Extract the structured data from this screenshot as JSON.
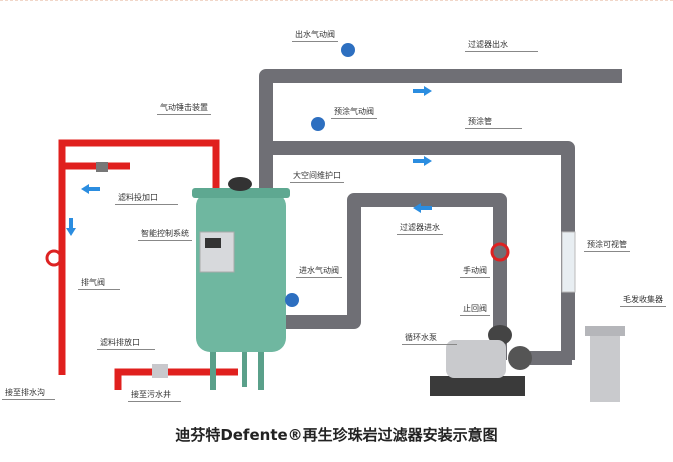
{
  "labels": {
    "outlet_valve": "出水气动阀",
    "filter_outlet": "过滤器出水",
    "hammer_device": "气动锤击装置",
    "precoat_valve": "预涂气动阀",
    "precoat_pipe": "预涂管",
    "media_inlet": "滤料投加口",
    "maintenance_port": "大空间维护口",
    "control_system": "智能控制系统",
    "filter_inlet": "过滤器进水",
    "vent_valve": "排气阀",
    "inlet_valve": "进水气动阀",
    "manual_valve": "手动阀",
    "check_valve": "止回阀",
    "circ_pump": "循环水泵",
    "precoat_sight": "预涂可视管",
    "hair_collector": "毛发收集器",
    "media_drain": "滤料排放口",
    "to_sewer_well": "接至污水井",
    "to_drain_ditch": "接至排水沟"
  },
  "title": "迪芬特Defente®再生珍珠岩过滤器安装示意图",
  "colors": {
    "pipe_gray": "#6f6f75",
    "pipe_red": "#e0201e",
    "tank": "#6fb7a0",
    "arrow": "#2b8de0"
  }
}
